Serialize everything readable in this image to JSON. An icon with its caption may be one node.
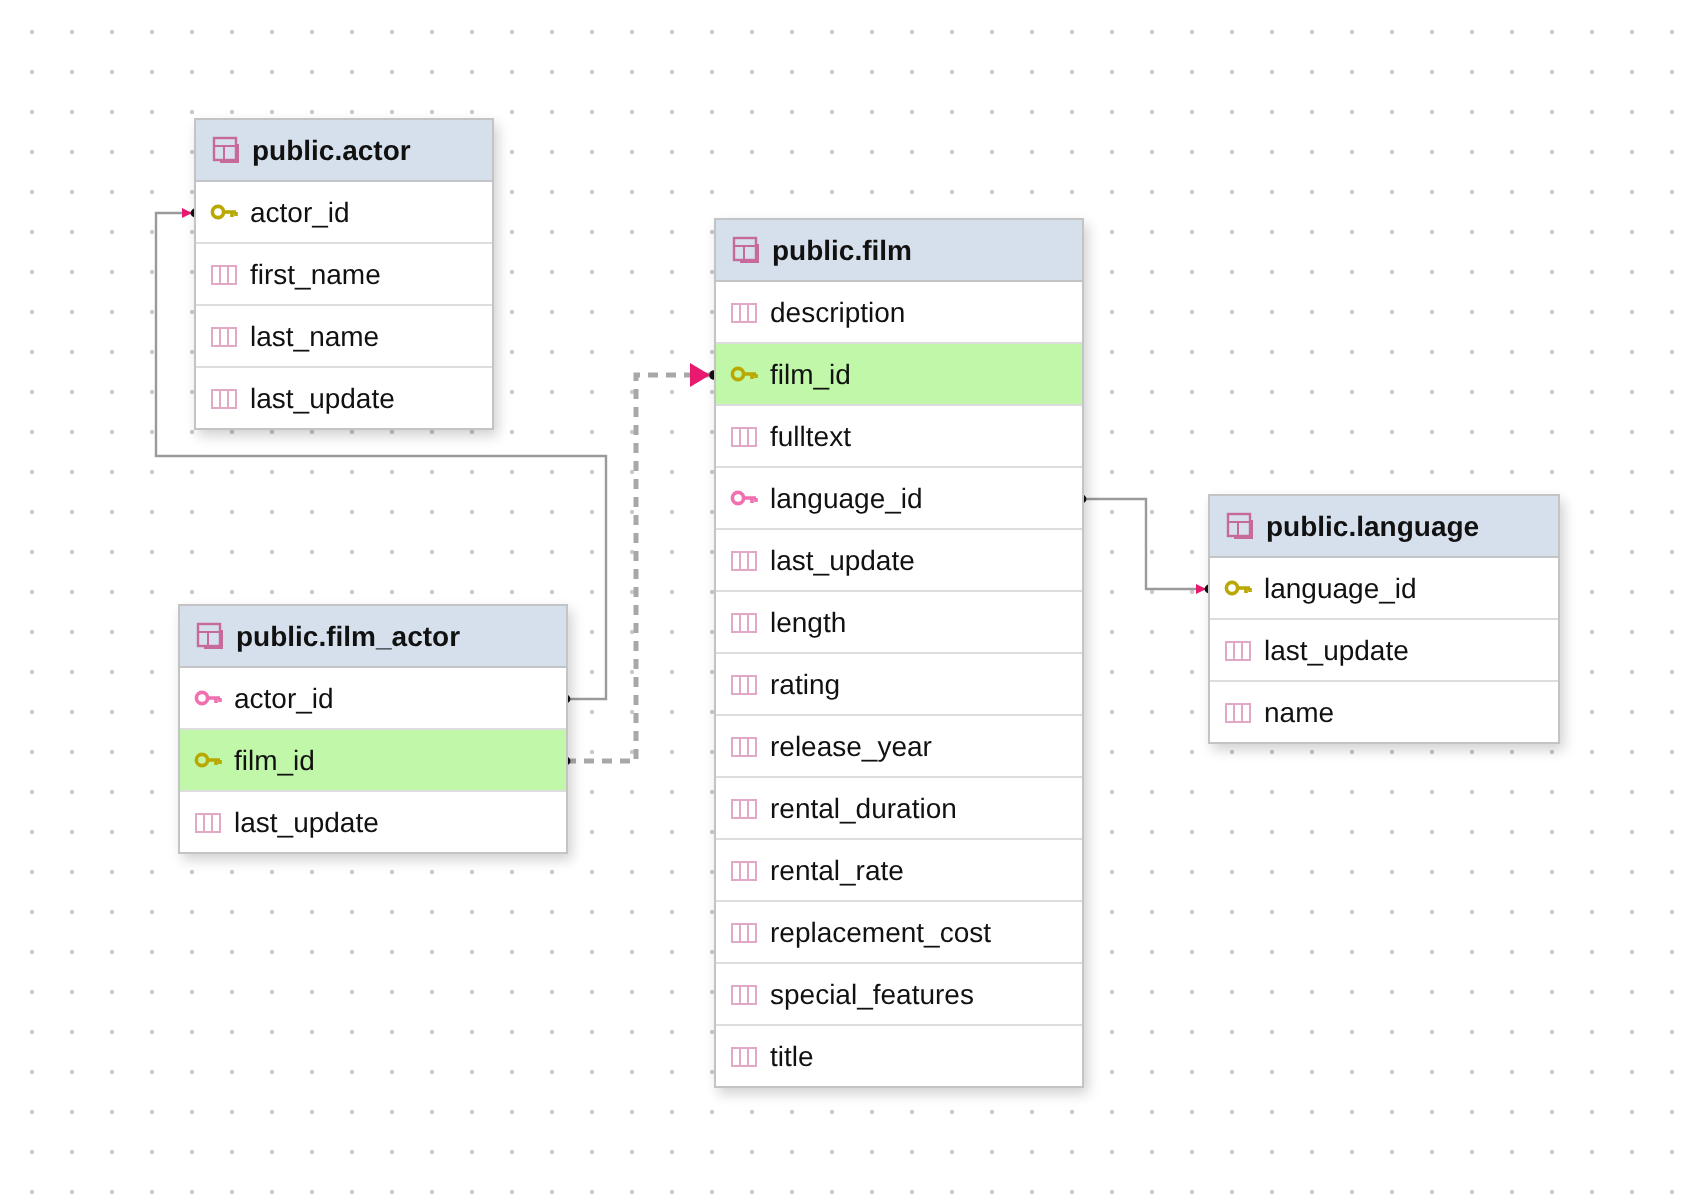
{
  "diagram": {
    "nodes": [
      {
        "text": [
          "public.actor"
        ]
      },
      {
        "text": [
          "actor_id"
        ],
        "in": 0
      },
      {
        "text": [
          "first_name"
        ],
        "in": 0
      },
      {
        "text": [
          "last_name"
        ],
        "in": 0
      },
      {
        "text": [
          "last_update"
        ],
        "in": 0
      },
      {
        "text": [
          "public.film"
        ]
      },
      {
        "text": [
          "description"
        ],
        "in": 5
      },
      {
        "text": [
          "film_id"
        ],
        "in": 5
      },
      {
        "text": [
          "fulltext"
        ],
        "in": 5
      },
      {
        "text": [
          "language_id"
        ],
        "in": 5
      },
      {
        "text": [
          "last_update"
        ],
        "in": 5
      },
      {
        "text": [
          "length"
        ],
        "in": 5
      },
      {
        "text": [
          "rating"
        ],
        "in": 5
      },
      {
        "text": [
          "release_year"
        ],
        "in": 5
      },
      {
        "text": [
          "rental_duration"
        ],
        "in": 5
      },
      {
        "text": [
          "rental_rate"
        ],
        "in": 5
      },
      {
        "text": [
          "replacement_cost"
        ],
        "in": 5
      },
      {
        "text": [
          "special_features"
        ],
        "in": 5
      },
      {
        "text": [
          "title"
        ],
        "in": 5
      },
      {
        "text": [
          "public.film_actor"
        ]
      },
      {
        "text": [
          "actor_id"
        ],
        "in": 19
      },
      {
        "text": [
          "film_id"
        ],
        "in": 19
      },
      {
        "text": [
          "last_update"
        ],
        "in": 19
      },
      {
        "text": [
          "public.language"
        ]
      },
      {
        "text": [
          "language_id"
        ],
        "in": 23
      },
      {
        "text": [
          "last_update"
        ],
        "in": 23
      },
      {
        "text": [
          "name"
        ],
        "in": 23
      }
    ],
    "edges": [
      {
        "from": 20,
        "to": 1,
        "arrow": "to"
      },
      {
        "from": 21,
        "to": 7,
        "arrow": "to",
        "style": "dashed"
      },
      {
        "from": 9,
        "to": 24,
        "arrow": "to"
      }
    ]
  }
}
